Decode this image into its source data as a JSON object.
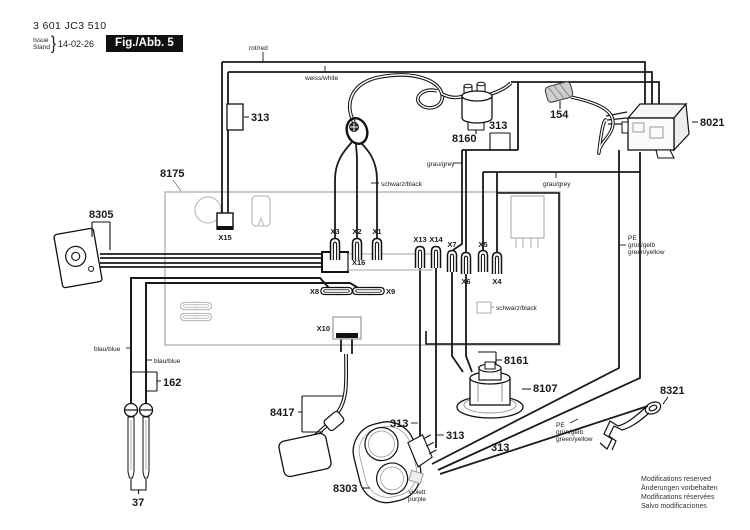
{
  "title_block": {
    "part_number": "3 601 JC3 510",
    "issue": "Issue",
    "stand": "Stand",
    "brace": "}",
    "date": "14-02-26",
    "figure": "Fig./Abb. 5"
  },
  "wire_labels": {
    "rot_red": "rot/red",
    "weiss_white": "weiss/white",
    "schwarz_black": "schwarz/black",
    "grau_grey": "grau/grey",
    "blau_blue": "blau/blue",
    "violett": "violett",
    "purple": "purple",
    "pe": "PE",
    "gruen_gelb": "grün/gelb",
    "green_yellow": "green/yellow"
  },
  "part_labels": {
    "n313": "313",
    "n8160": "8160",
    "n154": "154",
    "n8021": "8021",
    "n8175": "8175",
    "n8305": "8305",
    "n162": "162",
    "n37": "37",
    "n8417": "8417",
    "n8303": "8303",
    "n8107": "8107",
    "n8161": "8161",
    "n8321": "8321"
  },
  "connector_labels": {
    "x1": "X1",
    "x2": "X2",
    "x3": "X3",
    "x4": "X4",
    "x5": "X5",
    "x6": "X6",
    "x7": "X7",
    "x8": "X8",
    "x9": "X9",
    "x10": "X10",
    "x13": "X13",
    "x14": "X14",
    "x15": "X15",
    "x16": "X16"
  },
  "footer": {
    "line1": "Modifications reserved",
    "line2": "Änderungen vorbehalten",
    "line3": "Modifications réservées",
    "line4": "Salvo modificaciones"
  }
}
